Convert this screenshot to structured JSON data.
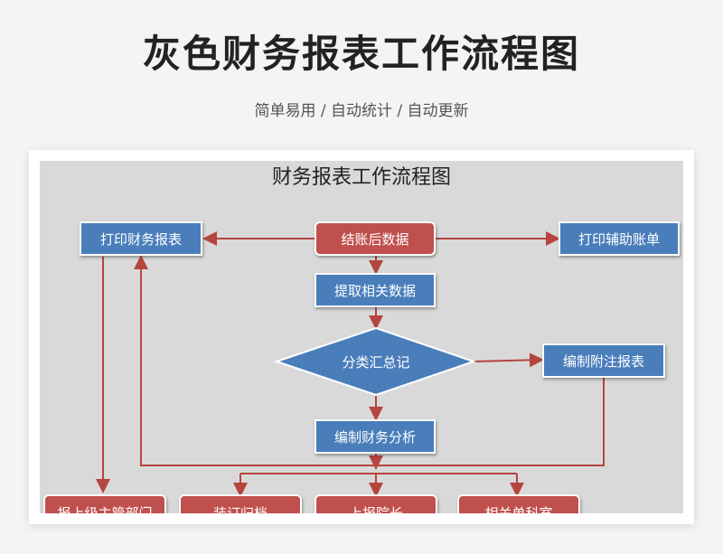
{
  "header": {
    "title": "灰色财务报表工作流程图",
    "subtitle": "简单易用 / 自动统计 / 自动更新"
  },
  "diagram": {
    "title": "财务报表工作流程图",
    "nodes": {
      "print_report": "打印财务报表",
      "post_close": "结账后数据",
      "print_aux": "打印辅助账单",
      "extract": "提取相关数据",
      "classify": "分类汇总记",
      "notes": "编制附注报表",
      "analysis": "编制财务分析",
      "submit_superior": "报上级主管部门",
      "binding": "装订归档",
      "submit_dean": "上报院长",
      "related_dept": "相关单科室"
    }
  },
  "colors": {
    "blue_node": "#4a7ebb",
    "red_node": "#c0504d",
    "arrow": "#b5453f",
    "canvas": "#d9d9d9"
  }
}
